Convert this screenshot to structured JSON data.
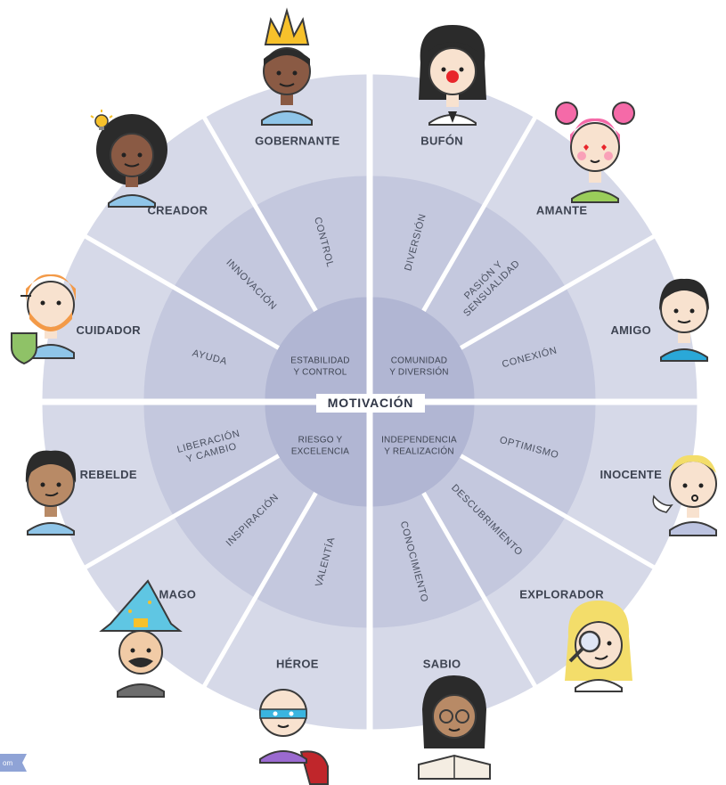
{
  "title": "MOTIVACIÓN",
  "watermark": "om",
  "colors": {
    "outer_ring": "#d6d9e8",
    "middle_ring": "#c4c8de",
    "inner_ring": "#b1b6d3",
    "separator": "#ffffff",
    "label_text": "#3e4452"
  },
  "quadrants": [
    {
      "label_lines": [
        "ESTABILIDAD",
        "Y CONTROL"
      ],
      "archetypes": [
        {
          "name": "CUIDADOR",
          "motivation": "AYUDA",
          "avatar": "caregiver-avatar"
        },
        {
          "name": "CREADOR",
          "motivation": "INNOVACIÓN",
          "avatar": "creator-avatar"
        },
        {
          "name": "GOBERNANTE",
          "motivation": "CONTROL",
          "avatar": "ruler-avatar"
        }
      ]
    },
    {
      "label_lines": [
        "COMUNIDAD",
        "Y DIVERSIÓN"
      ],
      "archetypes": [
        {
          "name": "BUFÓN",
          "motivation": "DIVERSIÓN",
          "avatar": "jester-avatar"
        },
        {
          "name": "AMANTE",
          "motivation": "PASIÓN Y SENSUALIDAD",
          "motivation_lines": [
            "PASIÓN Y",
            "SENSUALIDAD"
          ],
          "avatar": "lover-avatar"
        },
        {
          "name": "AMIGO",
          "motivation": "CONEXIÓN",
          "avatar": "friend-avatar"
        }
      ]
    },
    {
      "label_lines": [
        "INDEPENDENCIA",
        "Y REALIZACIÓN"
      ],
      "archetypes": [
        {
          "name": "INOCENTE",
          "motivation": "OPTIMISMO",
          "avatar": "innocent-avatar"
        },
        {
          "name": "EXPLORADOR",
          "motivation": "DESCUBRIMIENTO",
          "avatar": "explorer-avatar"
        },
        {
          "name": "SABIO",
          "motivation": "CONOCIMIENTO",
          "motivation_text": "CONOCIMIENTO",
          "avatar": "sage-avatar"
        }
      ]
    },
    {
      "label_lines": [
        "RIESGO Y",
        "EXCELENCIA"
      ],
      "archetypes": [
        {
          "name": "HÉROE",
          "motivation": "VALENTÍA",
          "avatar": "hero-avatar"
        },
        {
          "name": "MAGO",
          "motivation": "INSPIRACIÓN",
          "avatar": "magician-avatar"
        },
        {
          "name": "REBELDE",
          "motivation": "LIBERACIÓN Y CAMBIO",
          "motivation_lines": [
            "LIBERACIÓN",
            "Y CAMBIO"
          ],
          "avatar": "rebel-avatar"
        }
      ]
    }
  ]
}
